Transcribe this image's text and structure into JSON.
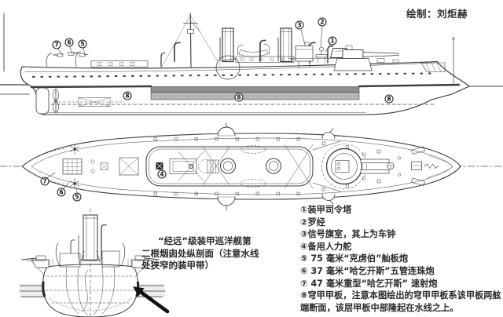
{
  "credit": {
    "label": "绘制：刘炬赫"
  },
  "caption": {
    "lines": [
      "“经远”级装甲巡洋舰第",
      "二根烟囱处纵剖面（注意水线",
      "处狭窄的装甲带）"
    ]
  },
  "legend": {
    "lines": [
      "①装甲司令塔",
      "②罗经",
      "③信号旗室，其上为车钟",
      "④备用人力舵",
      "⑤ 75 毫米“克虏伯”舢板炮",
      "⑥ 37 毫米“哈乞开斯”五管连珠炮",
      "⑦ 47 毫米重型“哈乞开斯” 速射炮",
      "⑧穹甲甲板，注意本图绘出的穹甲甲板系该甲板两舷",
      "端断面，该层甲板中部隆起在水线之上。"
    ]
  },
  "callouts": {
    "n1": "1",
    "n2": "2",
    "n3": "3",
    "n4": "4",
    "n5": "5",
    "n6": "6",
    "n7": "7",
    "n8": "8"
  },
  "colors": {
    "ink": "#3a3a3a",
    "armor_dark": "#8c8c8c",
    "armor_light": "#b4b4b4",
    "arrow": "#111111"
  }
}
